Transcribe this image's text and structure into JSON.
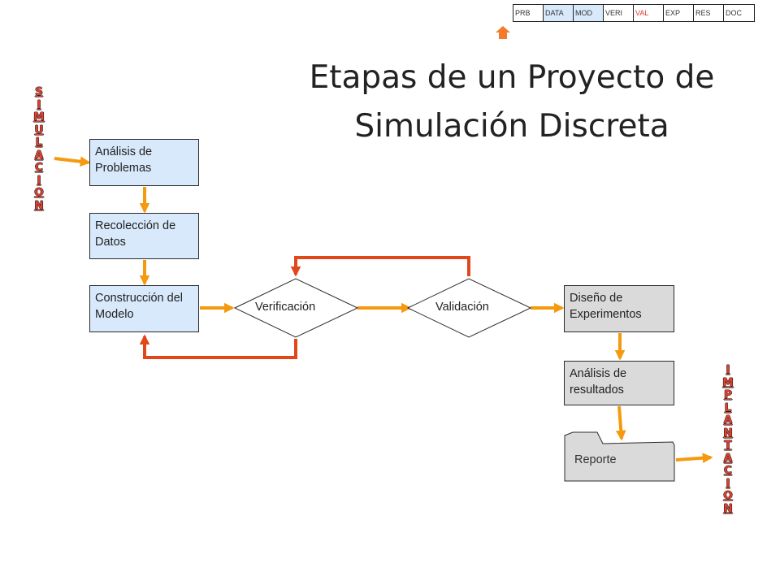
{
  "nav": {
    "tabs": [
      {
        "label": "PRB"
      },
      {
        "label": "DATA"
      },
      {
        "label": "MOD"
      },
      {
        "label": "VERI"
      },
      {
        "label": "VAL"
      },
      {
        "label": "EXP"
      },
      {
        "label": "RES"
      },
      {
        "label": "DOC"
      }
    ],
    "active_tab": "VAL"
  },
  "title": {
    "line1": "Etapas de un Proyecto de",
    "line2": "Simulación Discreta"
  },
  "side_labels": {
    "left": [
      "S",
      "I",
      "M",
      "U",
      "L",
      "A",
      "C",
      "I",
      "O",
      "N"
    ],
    "right": [
      "I",
      "M",
      "P",
      "L",
      "A",
      "N",
      "T",
      "A",
      "C",
      "I",
      "O",
      "N"
    ]
  },
  "steps": {
    "analisis_problemas": "Análisis de Problemas",
    "recoleccion": "Recolección de Datos",
    "construccion": "Construcción del Modelo",
    "verificacion": "Verificación",
    "validacion": "Validación",
    "diseno": "Diseño de Experimentos",
    "analisis_resultados": "Análisis de resultados",
    "reporte": "Reporte"
  },
  "colors": {
    "arrow": "#f59a0e",
    "feedback": "#e2471c",
    "box_blue": "#d7e9fb",
    "box_gray": "#dadada",
    "label_red": "#e2402f"
  }
}
